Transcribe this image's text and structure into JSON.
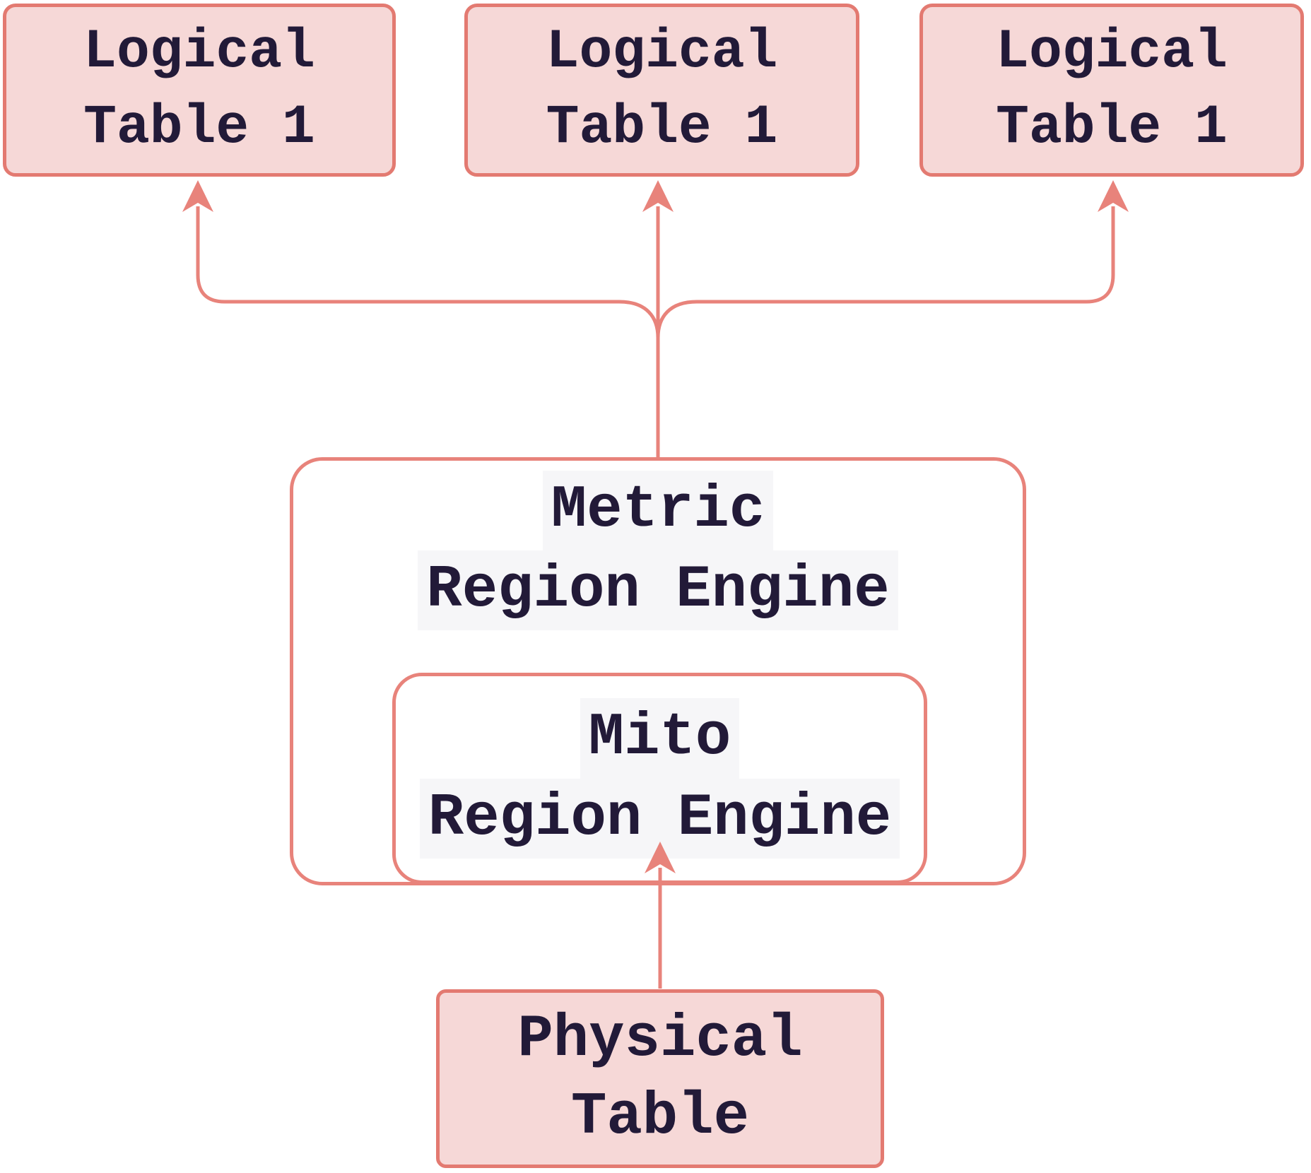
{
  "diagram": {
    "type": "flowchart",
    "direction": "bottom-to-top",
    "nodes": {
      "logical1": {
        "line1": "Logical",
        "line2": "Table 1"
      },
      "logical2": {
        "line1": "Logical",
        "line2": "Table 1"
      },
      "logical3": {
        "line1": "Logical",
        "line2": "Table 1"
      },
      "metric": {
        "line1": "Metric",
        "line2": "Region Engine"
      },
      "mito": {
        "line1": "Mito",
        "line2": "Region Engine"
      },
      "physical": {
        "line1": "Physical",
        "line2": "Table"
      }
    },
    "containment": [
      {
        "parent": "Metric Region Engine",
        "child": "Mito Region Engine"
      }
    ],
    "edges": [
      {
        "from": "Metric Region Engine",
        "to": "Logical Table 1 (left)",
        "arrow": "up"
      },
      {
        "from": "Metric Region Engine",
        "to": "Logical Table 1 (middle)",
        "arrow": "up"
      },
      {
        "from": "Metric Region Engine",
        "to": "Logical Table 1 (right)",
        "arrow": "up"
      },
      {
        "from": "Physical Table",
        "to": "Mito Region Engine",
        "arrow": "up"
      }
    ],
    "colors": {
      "background": "#ffffff",
      "node_fill_pink": "#f6d8d7",
      "node_fill_white": "#ffffff",
      "stroke": "#e8837b",
      "stroke_dark": "#e37a71",
      "text": "#221a38",
      "label_background": "#f6f6f8"
    }
  }
}
